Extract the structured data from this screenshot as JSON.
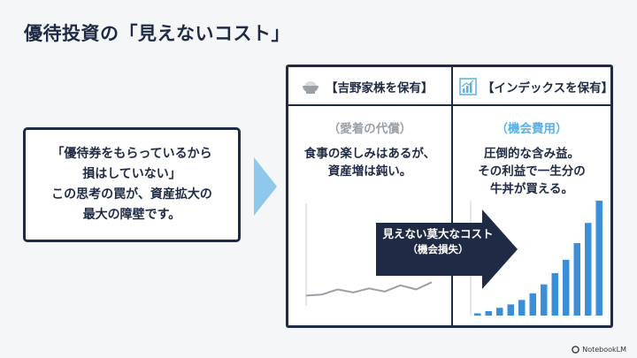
{
  "slide": {
    "title": "優待投資の「見えないコスト」",
    "quote_lines": [
      "「優待券をもらっているから",
      "損はしていない」",
      "この思考の罠が、資産拡大の",
      "最大の障壁です。"
    ],
    "left_column": {
      "header": "【吉野家株を保有】",
      "icon": "rice-bowl-icon",
      "subheading": "（愛着の代償）",
      "body_lines": [
        "食事の楽しみはあるが、",
        "資産増は鈍い。"
      ]
    },
    "right_column": {
      "header": "【インデックスを保有】",
      "icon": "bar-chart-icon",
      "subheading": "（機会費用）",
      "body_lines": [
        "圧倒的な含み益。",
        "その利益で一生分の",
        "牛丼が買える。"
      ]
    },
    "arrow_label": "見えない莫大なコスト",
    "arrow_sublabel": "（機会損失）",
    "footer_brand": "NotebookLM"
  },
  "colors": {
    "navy": "#1f2a44",
    "light_blue": "#5ab0e6",
    "bar_blue": "#3b8fd6",
    "arrow_light": "#8ec8ea",
    "gray": "#9aa0a6"
  },
  "chart_data": [
    {
      "type": "line",
      "title": "",
      "series": [
        {
          "values": [
            1,
            1.1,
            1.6,
            1.3,
            1.7,
            1.4,
            2.0,
            1.6,
            2.3
          ]
        }
      ],
      "ylim": [
        0,
        10
      ]
    },
    {
      "type": "bar",
      "title": "",
      "values": [
        0.2,
        0.4,
        0.7,
        1.0,
        1.4,
        2.0,
        2.8,
        3.8,
        5.0,
        6.5,
        8.3,
        10.3
      ]
    }
  ]
}
